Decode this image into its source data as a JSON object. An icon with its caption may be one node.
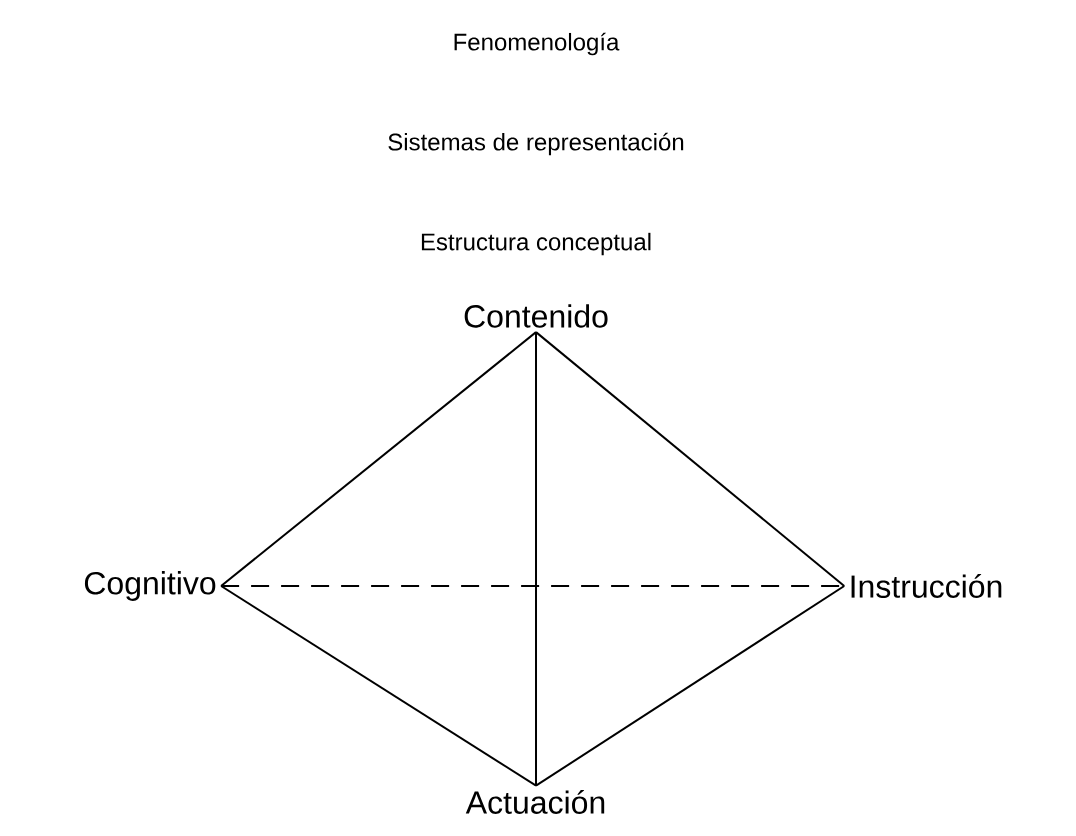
{
  "diagram": {
    "nodes": [
      {
        "text": [
          "Contenido"
        ]
      },
      {
        "text": [
          "Cognitivo"
        ]
      },
      {
        "text": [
          "Instrucción"
        ]
      },
      {
        "text": [
          "Actuación"
        ]
      }
    ],
    "edges": [
      {
        "from": 0,
        "to": 1,
        "arrow": "none"
      },
      {
        "from": 0,
        "to": 2,
        "arrow": "none"
      },
      {
        "from": 0,
        "to": 3,
        "arrow": "none"
      },
      {
        "from": 1,
        "to": 3,
        "arrow": "none"
      },
      {
        "from": 2,
        "to": 3,
        "arrow": "none"
      },
      {
        "from": 1,
        "to": 2,
        "arrow": "none",
        "style": "dashed"
      }
    ],
    "labels": [
      "Fenomenología",
      "Sistemas de representación",
      "Estructura conceptual"
    ]
  }
}
